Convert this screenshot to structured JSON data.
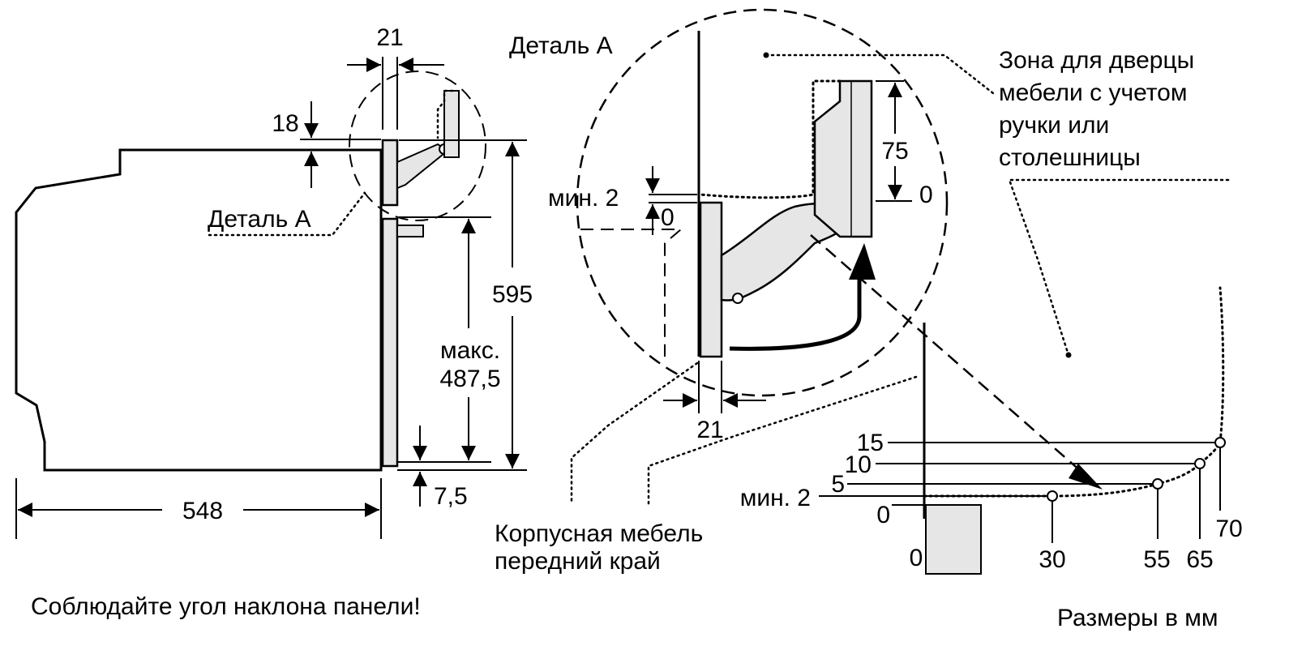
{
  "labels": {
    "detail_a_top": "Деталь A",
    "detail_a_side": "Деталь A",
    "zone_line1": "Зона для дверцы",
    "zone_line2": "мебели с учетом",
    "zone_line3": "ручки или",
    "zone_line4": "столешницы",
    "cabinet_line1": "Корпусная мебель",
    "cabinet_line2": "передний край",
    "note": "Соблюдайте угол наклона панели!",
    "units": "Размеры в мм",
    "max_label": "макс.",
    "min2_detail": "мин. 2",
    "min2_graph": "мин. 2"
  },
  "dimensions": {
    "top_gap": "21",
    "top_offset": "18",
    "height_total": "595",
    "height_max": "487,5",
    "bottom_offset": "7,5",
    "depth": "548",
    "detail_gap": "21",
    "detail_zero": "0",
    "detail_75": "75",
    "detail_0_right": "0"
  },
  "graph": {
    "y_labels": [
      "15",
      "10",
      "5",
      "0"
    ],
    "x_labels": [
      "0",
      "30",
      "55",
      "65",
      "70"
    ]
  }
}
